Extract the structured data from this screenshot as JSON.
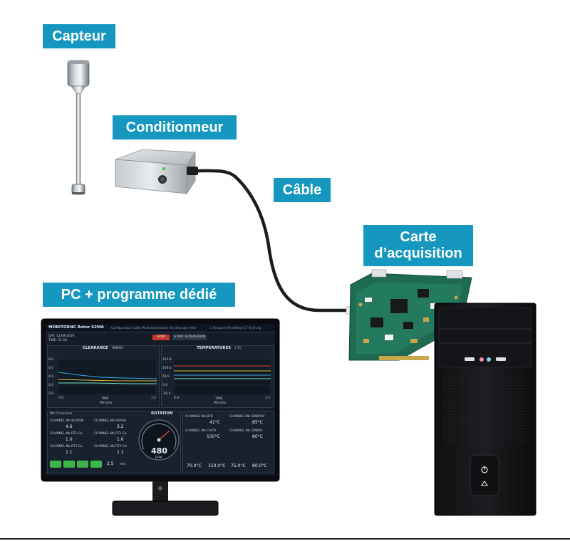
{
  "labels": {
    "capteur": "Capteur",
    "conditionneur": "Conditionneur",
    "cable": "Câble",
    "carte": "Carte\nd’acquisition",
    "pc": "PC + programme dédié"
  },
  "colors": {
    "label_bg": "#1597bf",
    "label_text": "#ffffff",
    "screen_bg": "#141c28",
    "accent_green": "#3bb54a",
    "stop_red": "#c0392b",
    "pcb_green": "#1f6b52"
  },
  "screen": {
    "app_title": "MONITORNC Rotor S2MA",
    "menu": "Configuration   Cable Mode   Exploitation   Oscilloscope   Help",
    "path": "C:\\Program Files\\Rotor\\CT Field.cfg",
    "day": "DAY: 11/09/2019",
    "time": "TIME: 21:10",
    "stop": "STOP",
    "start": "START ACQUISITION",
    "clearance_title": "CLEARANCE",
    "clearance_unit": "(MEAS)",
    "temperatures_title": "TEMPERATURES",
    "temperatures_unit": "(°C)",
    "clearance_yaxis": [
      "8.0",
      "6.0",
      "4.0",
      "2.0",
      "0.0"
    ],
    "temp_yaxis": [
      "150.0",
      "100.0",
      "50.0",
      "0.0",
      "-50.0"
    ],
    "x_left": "0.0",
    "x_right": "1.5",
    "time_label": "TIME",
    "minutes_label": "Minutes",
    "min_clearance": "Min Clearance",
    "rotation": "ROTATION",
    "rpm_value": "480",
    "rpm_unit": "RPM",
    "clearance_channels": [
      {
        "name": "CHANNEL Nb  WGRSM",
        "value": "4.6"
      },
      {
        "name": "CHANNEL Nb  RRASH",
        "value": "3.2"
      },
      {
        "name": "CHANNEL Nb  RT1-Ca",
        "value": "1.0"
      },
      {
        "name": "CHANNEL Nb  RT2-Ca",
        "value": "1.0"
      },
      {
        "name": "CHANNEL Nb  RT3-Ca",
        "value": "1.1"
      },
      {
        "name": "CHANNEL Nb  RT3-Cd",
        "value": "1.1"
      }
    ],
    "clearance_unit_small": "mm",
    "min_clear_value": "2.5",
    "temp_channels": [
      {
        "name": "CHANNEL Nb  BTB",
        "value": "41°C"
      },
      {
        "name": "CHANNEL Nb  CBWOAV",
        "value": "85°C"
      },
      {
        "name": "CHANNEL Nb  CAITB",
        "value": "150°C"
      },
      {
        "name": "CHANNEL Nb  CBW00",
        "value": "80°C"
      }
    ],
    "temp_bottom": [
      "70.0°C",
      "150.0°C",
      "75.0°C",
      "80.0°C"
    ]
  }
}
